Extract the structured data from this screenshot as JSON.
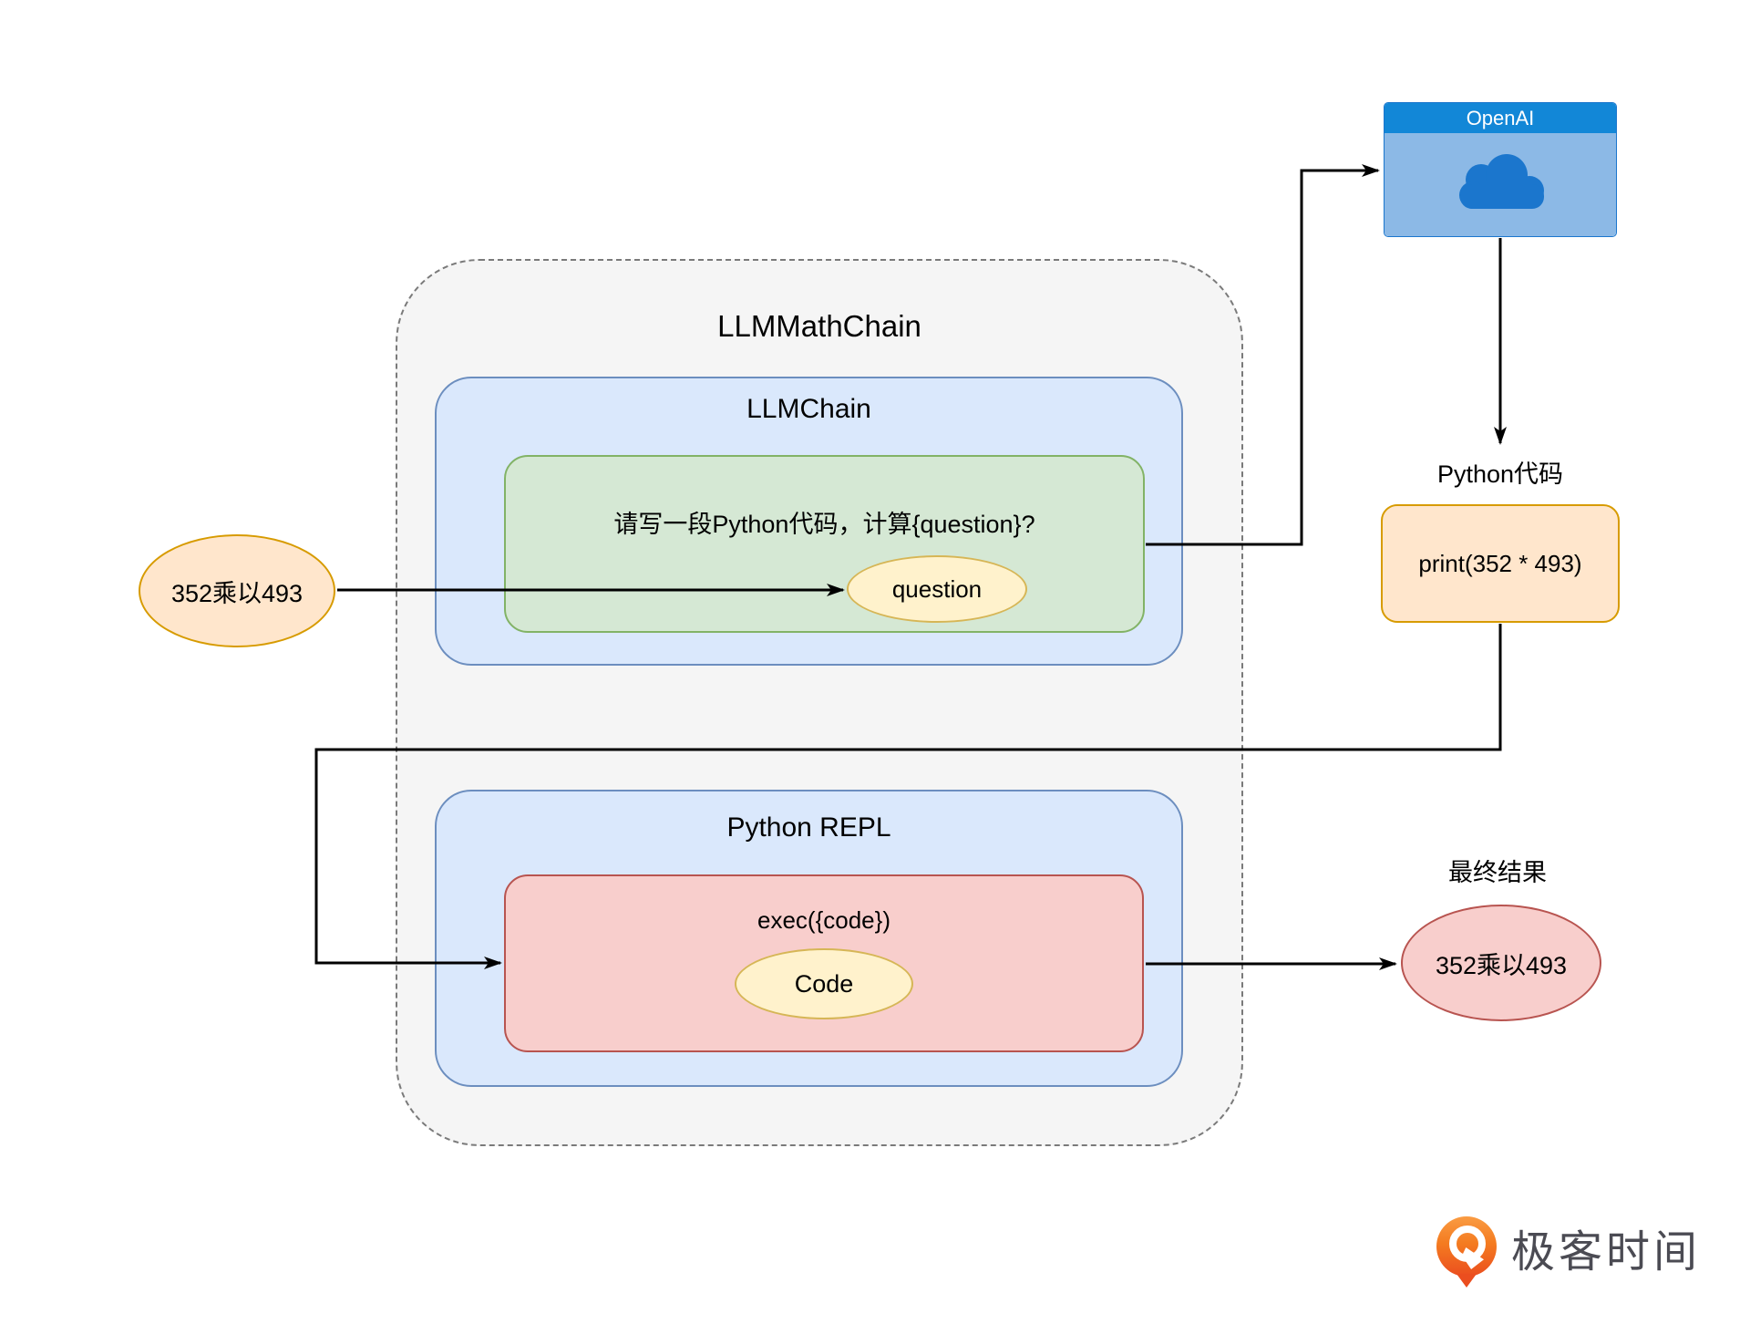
{
  "colors": {
    "outer_fill": "#f5f5f5",
    "outer_border": "#7a7a7a",
    "blue_fill": "#dae8fc",
    "blue_border": "#6c8ebf",
    "green_fill": "#d5e8d4",
    "green_border": "#82b366",
    "red_fill": "#f8cecc",
    "red_border": "#b85450",
    "orange_fill": "#ffe6cc",
    "orange_border": "#d79b00",
    "yellow_fill": "#fff2cc",
    "yellow_border": "#d6b656",
    "openai_header": "#1287d7",
    "openai_body": "#8cb9e6",
    "openai_cloud": "#1b76cd",
    "arrow": "#000000",
    "logo_orange": "#f47b20",
    "logo_orange_dark": "#eb4e1f",
    "logo_text_color": "#4b4b53"
  },
  "diagram": {
    "outer_title": "LLMMathChain",
    "llm_chain": {
      "title": "LLMChain",
      "prompt": "请写一段Python代码，计算{question}?",
      "variable": "question"
    },
    "input_node": {
      "label": "352乘以493"
    },
    "openai_node": {
      "label": "OpenAI"
    },
    "python_code": {
      "caption": "Python代码",
      "code": "print(352 * 493)"
    },
    "python_repl": {
      "title": "Python REPL",
      "exec_label": "exec({code})",
      "code_label": "Code"
    },
    "result_node": {
      "caption": "最终结果",
      "label": "352乘以493"
    }
  },
  "branding": {
    "logo_text": "极客时间"
  }
}
